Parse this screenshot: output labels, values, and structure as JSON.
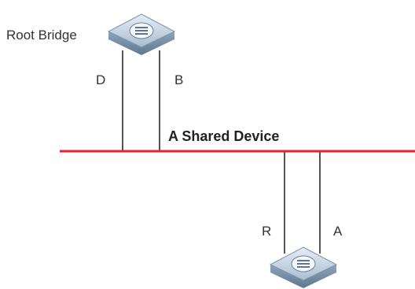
{
  "root_bridge": {
    "label": "Root Bridge",
    "icon": "switch-icon"
  },
  "bottom_device": {
    "icon": "switch-icon"
  },
  "shared_segment": {
    "label": "A Shared Device",
    "color": "#e8212b"
  },
  "ports": {
    "top_left": "D",
    "top_right": "B",
    "bottom_left": "R",
    "bottom_right": "A"
  },
  "colors": {
    "link": "#555555",
    "device_top": "#c9d6e3",
    "device_side": "#8fa6bc"
  }
}
